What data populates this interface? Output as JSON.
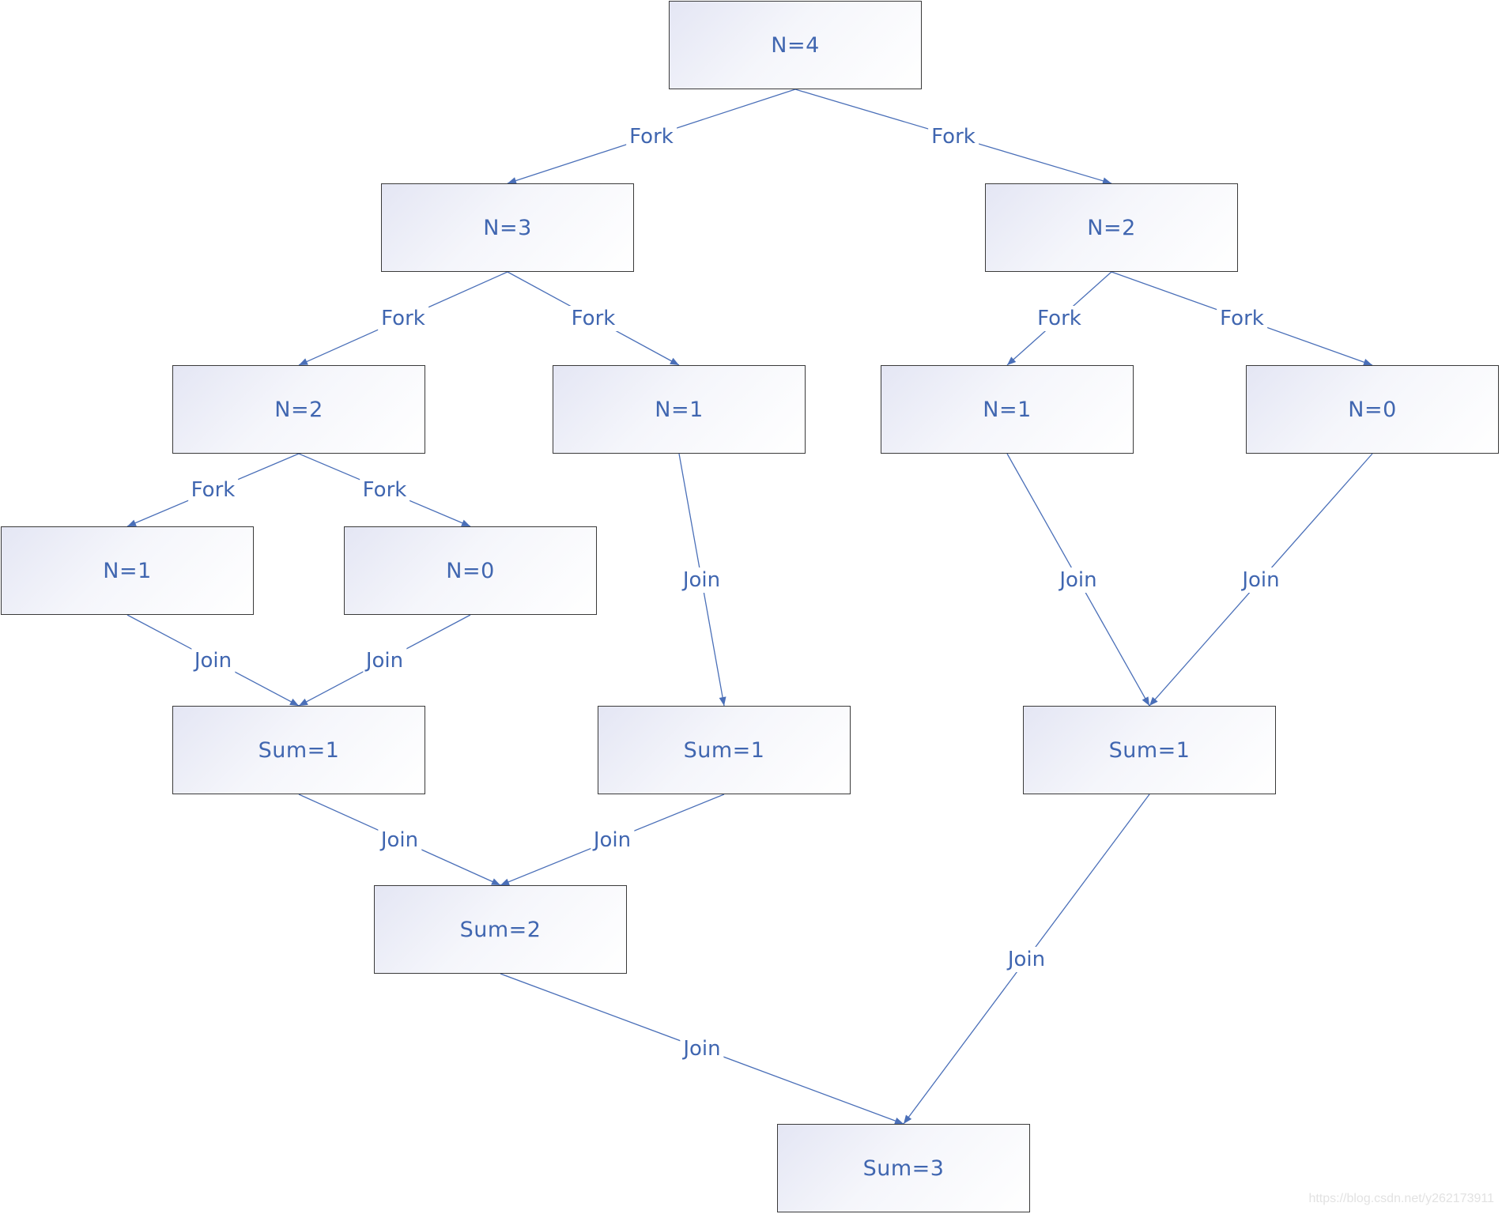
{
  "nodes": {
    "n4": "N=4",
    "n3": "N=3",
    "n2_right": "N=2",
    "n2_left": "N=2",
    "n1_mid": "N=1",
    "n1_right": "N=1",
    "n0_right": "N=0",
    "n1_left": "N=1",
    "n0_left": "N=0",
    "sum1_left": "Sum=1",
    "sum1_mid": "Sum=1",
    "sum1_right": "Sum=1",
    "sum2": "Sum=2",
    "sum3": "Sum=3"
  },
  "edges": [
    {
      "from": "n4",
      "to": "n3",
      "label": "Fork"
    },
    {
      "from": "n4",
      "to": "n2_right",
      "label": "Fork"
    },
    {
      "from": "n3",
      "to": "n2_left",
      "label": "Fork"
    },
    {
      "from": "n3",
      "to": "n1_mid",
      "label": "Fork"
    },
    {
      "from": "n2_right",
      "to": "n1_right",
      "label": "Fork"
    },
    {
      "from": "n2_right",
      "to": "n0_right",
      "label": "Fork"
    },
    {
      "from": "n2_left",
      "to": "n1_left",
      "label": "Fork"
    },
    {
      "from": "n2_left",
      "to": "n0_left",
      "label": "Fork"
    },
    {
      "from": "n1_left",
      "to": "sum1_left",
      "label": "Join"
    },
    {
      "from": "n0_left",
      "to": "sum1_left",
      "label": "Join"
    },
    {
      "from": "n1_mid",
      "to": "sum1_mid",
      "label": "Join"
    },
    {
      "from": "n1_right",
      "to": "sum1_right",
      "label": "Join"
    },
    {
      "from": "n0_right",
      "to": "sum1_right",
      "label": "Join"
    },
    {
      "from": "sum1_left",
      "to": "sum2",
      "label": "Join"
    },
    {
      "from": "sum1_mid",
      "to": "sum2",
      "label": "Join"
    },
    {
      "from": "sum2",
      "to": "sum3",
      "label": "Join"
    },
    {
      "from": "sum1_right",
      "to": "sum3",
      "label": "Join"
    }
  ],
  "watermark": "https://blog.csdn.net/y262173911",
  "colors": {
    "text": "#4066b0",
    "line": "#4a6fb8",
    "border": "#3a3a3a"
  }
}
